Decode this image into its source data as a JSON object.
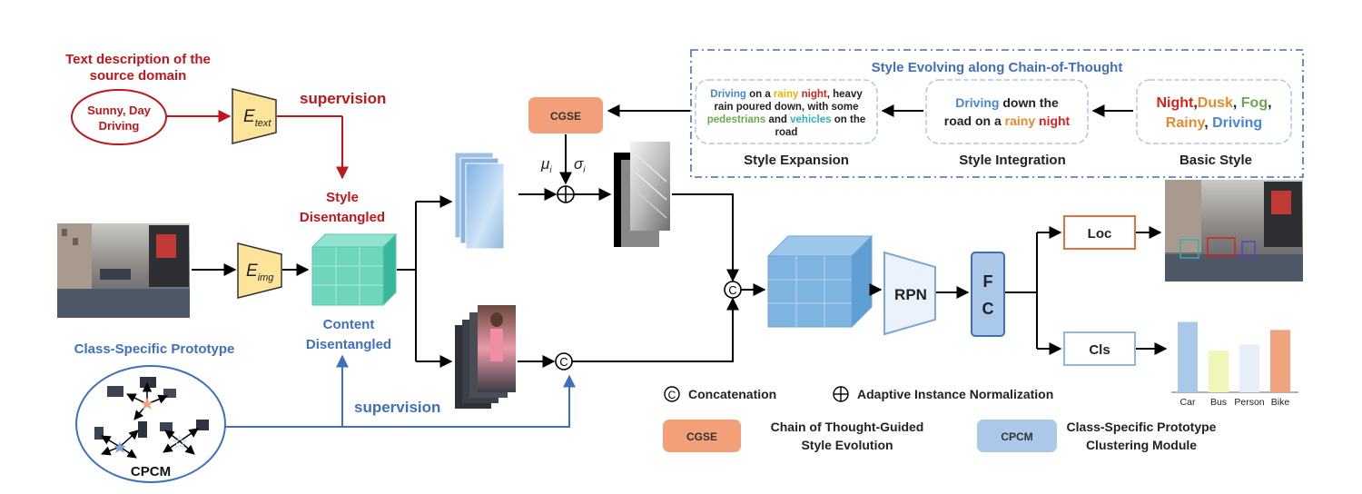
{
  "text_branch": {
    "title_line1": "Text description of the",
    "title_line2": "source domain",
    "ellipse_line1": "Sunny, Day",
    "ellipse_line2": "Driving",
    "encoder_main": "E",
    "encoder_sub": "text",
    "supervision": "supervision"
  },
  "image_branch": {
    "encoder_main": "E",
    "encoder_sub": "img",
    "style_line1": "Style",
    "style_line2": "Disentangled",
    "content_line1": "Content",
    "content_line2": "Disentangled"
  },
  "prototype": {
    "title": "Class-Specific Prototype",
    "module_label": "CPCM",
    "supervision": "supervision"
  },
  "adain": {
    "mu": "μ",
    "mu_sub": "i",
    "sigma": "σ",
    "sigma_sub": "i"
  },
  "cgse_box": "CGSE",
  "chain_panel": {
    "title": "Style Evolving along Chain-of-Thought",
    "expansion": {
      "line1": [
        {
          "t": "Driving",
          "c": "#4a86d6"
        },
        {
          "t": " on a ",
          "c": "#222222"
        },
        {
          "t": "rainy",
          "c": "#e8b400"
        },
        {
          "t": " ",
          "c": "#222222"
        },
        {
          "t": "night",
          "c": "#d9221c"
        },
        {
          "t": ", heavy",
          "c": "#222222"
        }
      ],
      "line2": [
        {
          "t": "rain poured down, with some",
          "c": "#222222"
        }
      ],
      "line3": [
        {
          "t": "pedestrians",
          "c": "#6aa84f"
        },
        {
          "t": " and ",
          "c": "#222222"
        },
        {
          "t": "vehicles",
          "c": "#2bb3b0"
        },
        {
          "t": " on the",
          "c": "#222222"
        }
      ],
      "line4": [
        {
          "t": "road",
          "c": "#222222"
        }
      ],
      "caption": "Style Expansion"
    },
    "integration": {
      "line1": [
        {
          "t": "Driving",
          "c": "#4a86d6"
        },
        {
          "t": " down the",
          "c": "#222222"
        }
      ],
      "line2": [
        {
          "t": "road on a ",
          "c": "#222222"
        },
        {
          "t": "rainy",
          "c": "#e8892c"
        },
        {
          "t": " ",
          "c": "#222222"
        },
        {
          "t": "night",
          "c": "#d9221c"
        }
      ],
      "caption": "Style Integration"
    },
    "basic": {
      "line1": [
        {
          "t": "Night",
          "c": "#d9221c"
        },
        {
          "t": ",",
          "c": "#222222"
        },
        {
          "t": "Dusk",
          "c": "#e8892c"
        },
        {
          "t": ", ",
          "c": "#222222"
        },
        {
          "t": "Fog",
          "c": "#6aa84f"
        },
        {
          "t": ",",
          "c": "#222222"
        }
      ],
      "line2": [
        {
          "t": "Rainy",
          "c": "#e8892c"
        },
        {
          "t": ", ",
          "c": "#222222"
        },
        {
          "t": "Driving",
          "c": "#4a86d6"
        }
      ],
      "caption": "Basic Style"
    }
  },
  "detector": {
    "concat_symbol": "C",
    "rpn": "RPN",
    "fc_line1": "F",
    "fc_line2": "C",
    "loc": "Loc",
    "cls": "Cls"
  },
  "chart_data": {
    "type": "bar",
    "categories": [
      "Car",
      "Bus",
      "Person",
      "Bike"
    ],
    "values": [
      0.88,
      0.52,
      0.6,
      0.78
    ],
    "colors": [
      "#a9c8ea",
      "#f0f5b8",
      "#e6eef8",
      "#f0a27e"
    ],
    "ylim": [
      0,
      1
    ]
  },
  "legend": {
    "concat_symbol": "C",
    "concat_label": "Concatenation",
    "adain_label": "Adaptive Instance Normalization",
    "cgse_box": "CGSE",
    "cgse_line1": "Chain of Thought-Guided",
    "cgse_line2": "Style Evolution",
    "cpcm_box": "CPCM",
    "cpcm_line1": "Class-Specific Prototype",
    "cpcm_line2": "Clustering Module"
  },
  "colors": {
    "red": "#c0161b",
    "blue": "#3f6fbf",
    "encoder_fill": "#fde49b",
    "cgse": "#f3a07a",
    "cpcm": "#a9c8ea",
    "box_blue": "#7fa6d6"
  }
}
